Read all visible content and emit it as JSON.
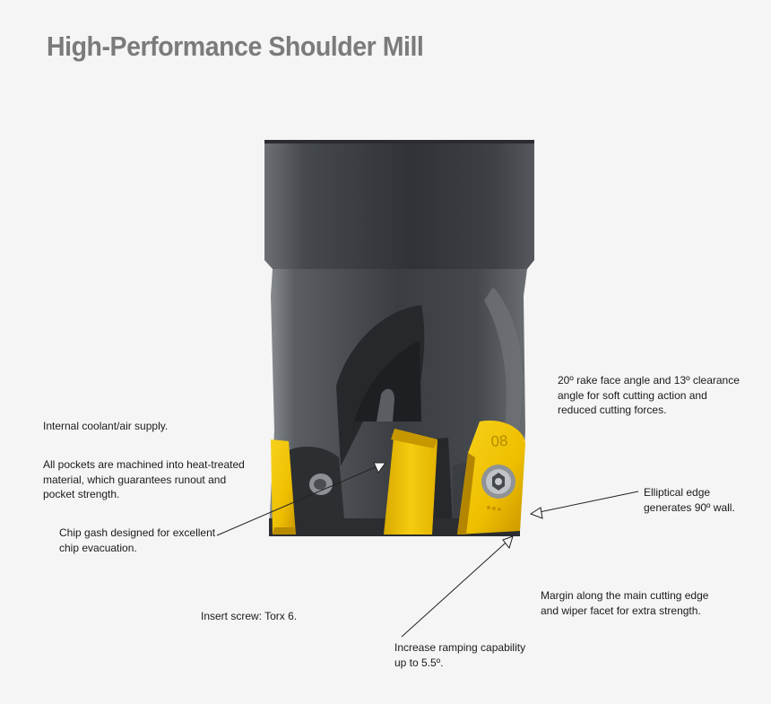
{
  "title": "High-Performance Shoulder Mill",
  "insert_marking": "08",
  "colors": {
    "title": "#7b7b7b",
    "body": "#3a3d40",
    "insert": "#f0c200",
    "background": "#f5f5f5"
  },
  "callouts": {
    "coolant": "Internal coolant/air supply.",
    "pockets": "All pockets are machined into heat-treated\nmaterial, which guarantees runout and\npocket strength.",
    "chip_gash": "Chip gash designed for excellent\nchip evacuation.",
    "screw": "Insert screw: Torx 6.",
    "ramping": "Increase ramping capability\nup to 5.5º.",
    "rake": "20º rake face angle and 13º clearance\nangle for soft cutting action and\nreduced cutting forces.",
    "elliptical": "Elliptical edge\ngenerates 90º wall.",
    "margin": "Margin along the main cutting edge\nand wiper facet for extra strength."
  }
}
